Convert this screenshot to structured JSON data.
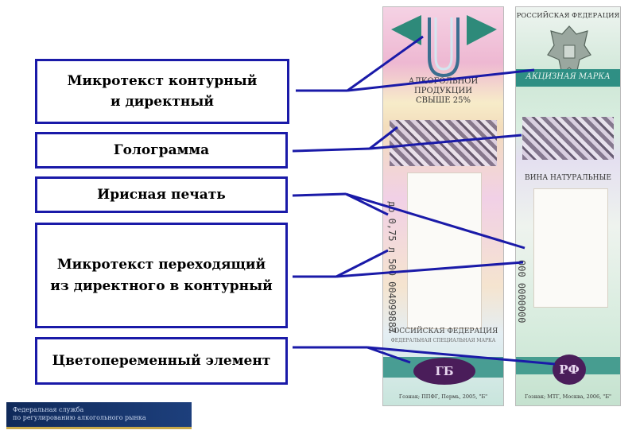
{
  "callouts": [
    {
      "id": "microtext-contour",
      "text": "Микротекст контурный\nи директный"
    },
    {
      "id": "hologram",
      "text": "Голограмма"
    },
    {
      "id": "iris-print",
      "text": "Ирисная печать"
    },
    {
      "id": "microtext-transition",
      "text": "Микротекст переходящий\nиз директного в контурный"
    },
    {
      "id": "color-shift",
      "text": "Цветопеременный элемент"
    }
  ],
  "stamp_left": {
    "top_text": "АЛКОГОЛЬНОЙ\nПРОДУКЦИИ\nСВЫШЕ 25%",
    "serial": "до 0,75 л 500 004099887",
    "country": "РОССИЙСКАЯ ФЕДЕРАЦИЯ",
    "subtitle": "ФЕДЕРАЛЬНАЯ СПЕЦИАЛЬНАЯ МАРКА",
    "emblem": "ГБ",
    "printer": "Гознак; ППФГ, Пермь, 2005, \"Б\""
  },
  "stamp_right": {
    "country": "РОССИЙСКАЯ ФЕДЕРАЦИЯ",
    "ribbon": "АКЦИЗНАЯ МАРКА",
    "category": "ВИНА НАТУРАЛЬНЫЕ",
    "serial": "000 0000000",
    "emblem": "РФ",
    "printer": "Гознак; МТГ, Москва, 2006, \"Б\""
  },
  "footer": {
    "line1": "Федеральная служба",
    "line2": "по регулированию алкогольного рынка"
  },
  "colors": {
    "callout_border": "#1a1aa8",
    "leader_line": "#1a1aa8",
    "emblem": "#4a1d5a"
  }
}
